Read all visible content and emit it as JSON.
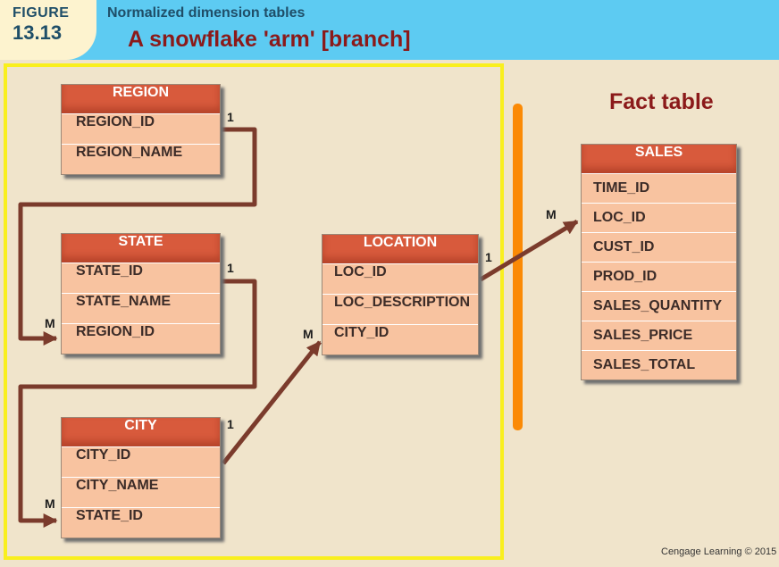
{
  "figure": {
    "label": "FIGURE",
    "number": "13.13",
    "subtitle": "Normalized dimension tables"
  },
  "title": "A snowflake 'arm' [branch]",
  "fact_label": "Fact table",
  "tables": {
    "region": {
      "name": "REGION",
      "columns": [
        "REGION_ID",
        "REGION_NAME"
      ]
    },
    "state": {
      "name": "STATE",
      "columns": [
        "STATE_ID",
        "STATE_NAME",
        "REGION_ID"
      ]
    },
    "city": {
      "name": "CITY",
      "columns": [
        "CITY_ID",
        "CITY_NAME",
        "STATE_ID"
      ]
    },
    "location": {
      "name": "LOCATION",
      "columns": [
        "LOC_ID",
        "LOC_DESCRIPTION",
        "CITY_ID"
      ]
    },
    "sales": {
      "name": "SALES",
      "columns": [
        "TIME_ID",
        "LOC_ID",
        "CUST_ID",
        "PROD_ID",
        "SALES_QUANTITY",
        "SALES_PRICE",
        "SALES_TOTAL"
      ]
    }
  },
  "cardinality": {
    "region_state": {
      "one": "1",
      "many": "M"
    },
    "state_city": {
      "one": "1",
      "many": "M"
    },
    "city_location": {
      "one": "1",
      "many": "M"
    },
    "location_sales": {
      "one": "1",
      "many": "M"
    }
  },
  "colors": {
    "header": "#5dcbf2",
    "title": "#8b1a1a",
    "arm_frame": "#f9ef1e",
    "divider": "#fb8a05",
    "connector": "#7b3b2c",
    "table_header": "#d85a3c",
    "table_body": "#f8c3a0"
  },
  "copyright": "Cengage Learning © 2015"
}
